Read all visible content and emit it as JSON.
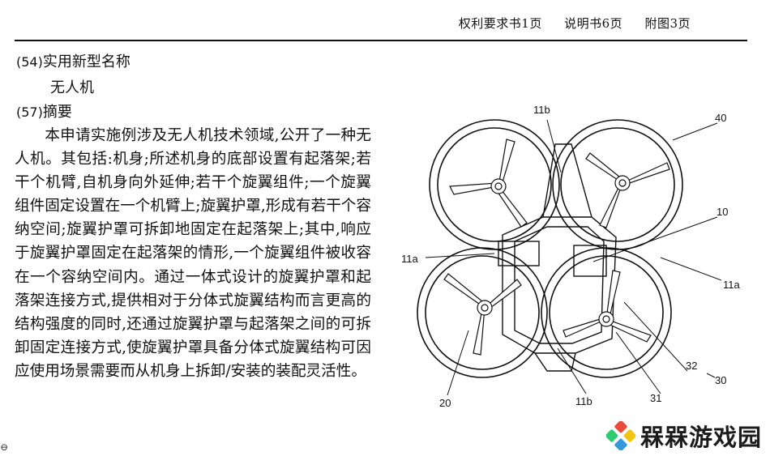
{
  "header": {
    "claims_pages": "权利要求书1页",
    "description_pages": "说明书6页",
    "drawing_pages": "附图3页"
  },
  "sections": {
    "name_code": "(54)",
    "name_heading": "实用新型名称",
    "name_value": "无人机",
    "abstract_code": "(57)",
    "abstract_heading": "摘要"
  },
  "abstract_text": "本申请实施例涉及无人机技术领域,公开了一种无人机。其包括:机身;所述机身的底部设置有起落架;若干个机臂,自机身向外延伸;若干个旋翼组件;一个旋翼组件固定设置在一个机臂上;旋翼护罩,形成有若干个容纳空间;旋翼护罩可拆卸地固定在起落架上;其中,响应于旋翼护罩固定在起落架的情形,一个旋翼组件被收容在一个容纳空间内。通过一体式设计的旋翼护罩和起落架连接方式,提供相对于分体式旋翼结构而言更高的结构强度的同时,还通过旋翼护罩与起落架之间的可拆卸固定连接方式,使旋翼护罩具备分体式旋翼结构可因应使用场景需要而从机身上拆卸/安装的装配灵活性。",
  "figure_labels": {
    "l11b_top": "11b",
    "l40": "40",
    "l10": "10",
    "l11a_left": "11a",
    "l11a_right": "11a",
    "l32": "32",
    "l30": "30",
    "l20": "20",
    "l11b_bottom": "11b",
    "l31": "31"
  },
  "watermark": {
    "text": "槑槑游戏园",
    "colors": [
      "#e74c3c",
      "#f1c40f",
      "#2ecc71",
      "#3498db"
    ]
  },
  "corner_mark": "⊖"
}
